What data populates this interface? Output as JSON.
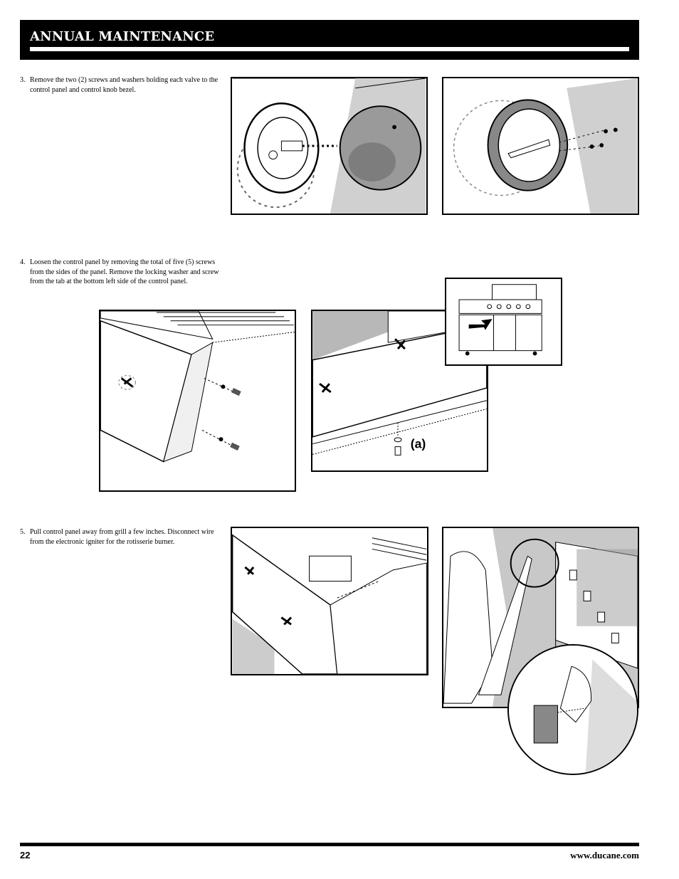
{
  "header": {
    "title": "ANNUAL MAINTENANCE"
  },
  "steps": [
    {
      "number": "3.",
      "text": "Remove the two (2) screws and washers holding each valve to the control panel and control knob bezel."
    },
    {
      "number": "4.",
      "text": "Loosen the control panel by removing the total of five (5) screws from the sides of the panel. Remove the locking washer and screw from the tab at the bottom left side of the control panel."
    },
    {
      "number": "5.",
      "text": "Pull control panel away from grill a few inches. Disconnect wire from the electronic igniter for the rotisserie burner."
    }
  ],
  "figures": {
    "callout_label": "(a)"
  },
  "footer": {
    "page_number": "22",
    "website": "www.ducane.com"
  }
}
